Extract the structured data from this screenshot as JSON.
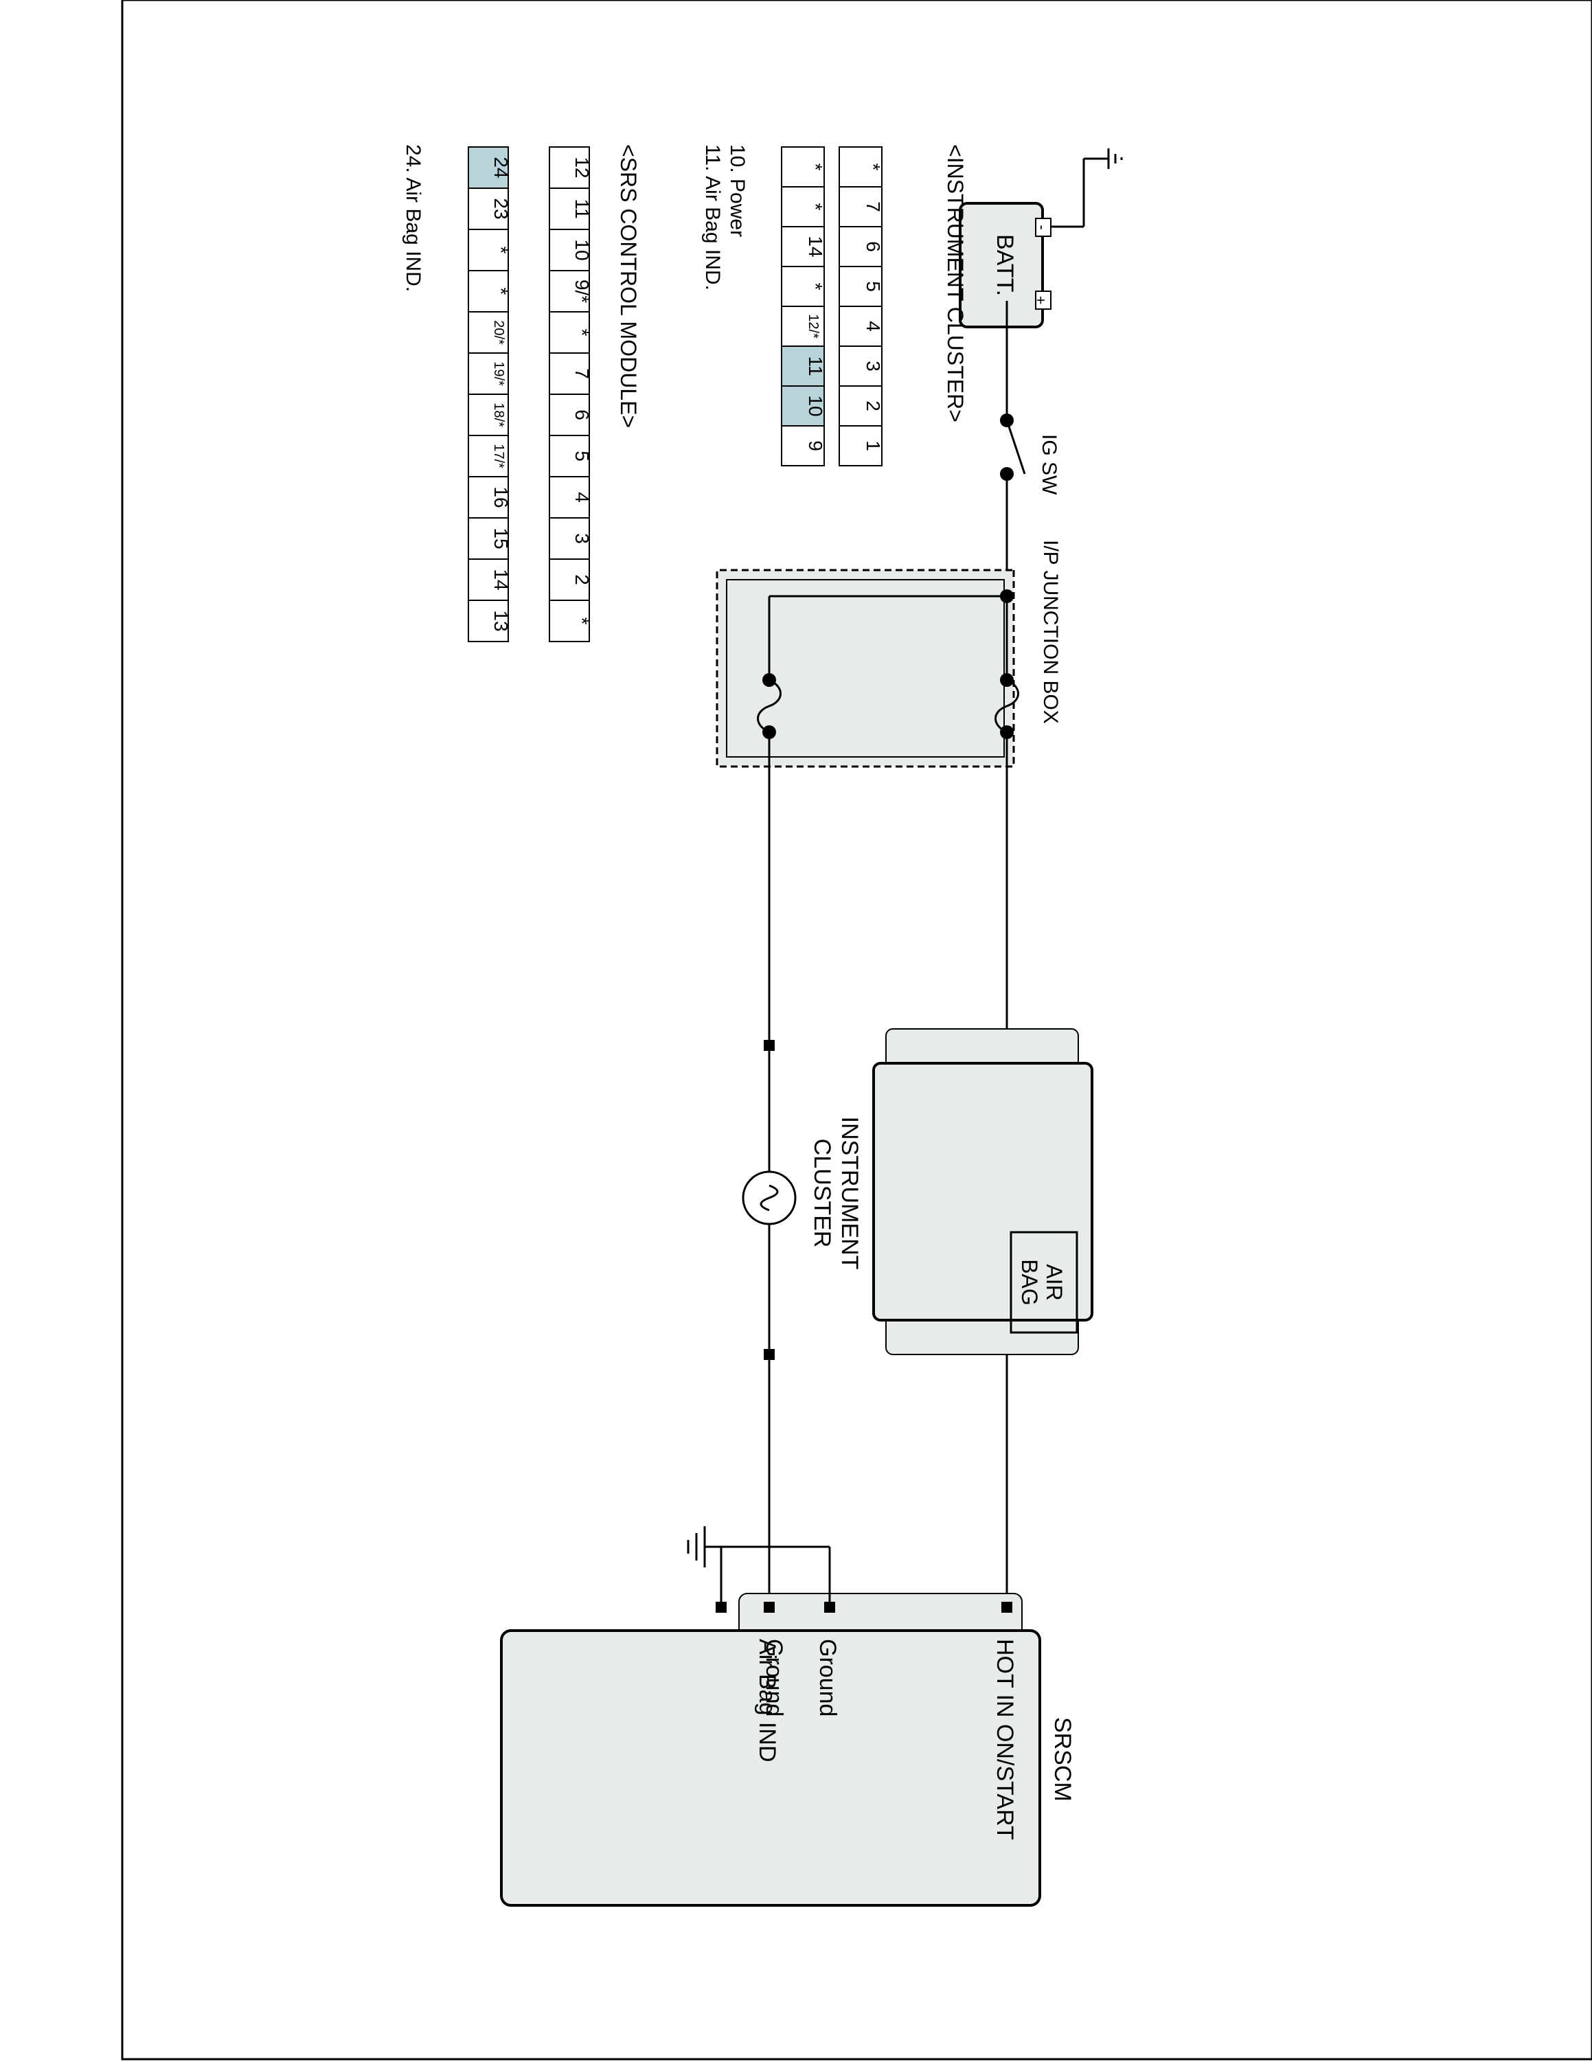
{
  "battery": {
    "label": "BATT.",
    "plus": "+",
    "minus": "-"
  },
  "ig_switch": {
    "label": "IG SW"
  },
  "junction_box": {
    "label": "I/P JUNCTION BOX"
  },
  "cluster_component": {
    "label_line1": "INSTRUMENT",
    "label_line2": "CLUSTER",
    "lamp_line1": "AIR",
    "lamp_line2": "BAG"
  },
  "srscm": {
    "title": "SRSCM",
    "pins": [
      "HOT IN ON/START",
      "Air Bag IND",
      "Ground",
      "Ground"
    ]
  },
  "cluster_connector": {
    "title": "<INSTRUMENT CLUSTER>",
    "top_row": [
      "*",
      "7",
      "6",
      "5",
      "4",
      "3",
      "2",
      "1"
    ],
    "bottom_row": [
      "*",
      "*",
      "14",
      "*",
      "12/*",
      "11",
      "10",
      "9"
    ],
    "highlighted": [
      "11",
      "10"
    ],
    "legend": [
      "10. Power",
      "11. Air Bag IND."
    ]
  },
  "srs_connector": {
    "title": "<SRS CONTROL MODULE>",
    "top_row": [
      "12",
      "11",
      "10",
      "9/*",
      "*",
      "7",
      "6",
      "5",
      "4",
      "3",
      "2",
      "*"
    ],
    "bottom_row": [
      "24",
      "23",
      "*",
      "*",
      "20/*",
      "19/*",
      "18/*",
      "17/*",
      "16",
      "15",
      "14",
      "13"
    ],
    "highlighted": [
      "24"
    ],
    "legend": [
      "24. Air Bag IND."
    ]
  }
}
